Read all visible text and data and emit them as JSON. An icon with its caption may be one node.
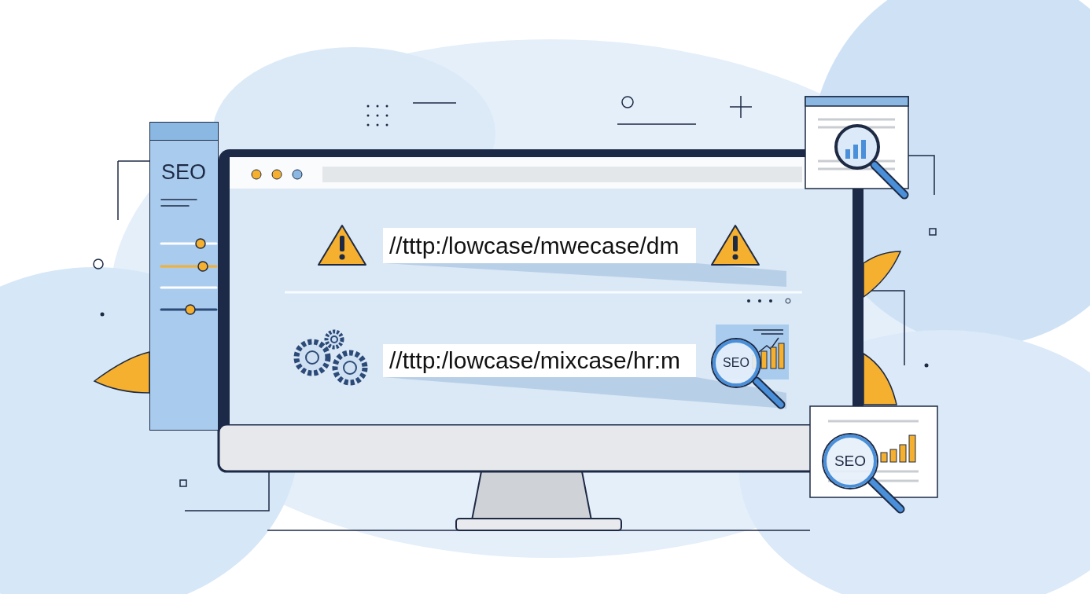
{
  "diagram": {
    "nodes": [
      {
        "text": [
          "SEO"
        ]
      },
      {
        "text": [
          "//tttp:/lowcase/mwecase/dm"
        ]
      },
      {
        "text": [
          "//tttp:/lowcase/mixcase/hr:m"
        ]
      },
      {
        "text": [
          "SEO"
        ]
      },
      {
        "text": [
          "SEO"
        ]
      }
    ]
  }
}
